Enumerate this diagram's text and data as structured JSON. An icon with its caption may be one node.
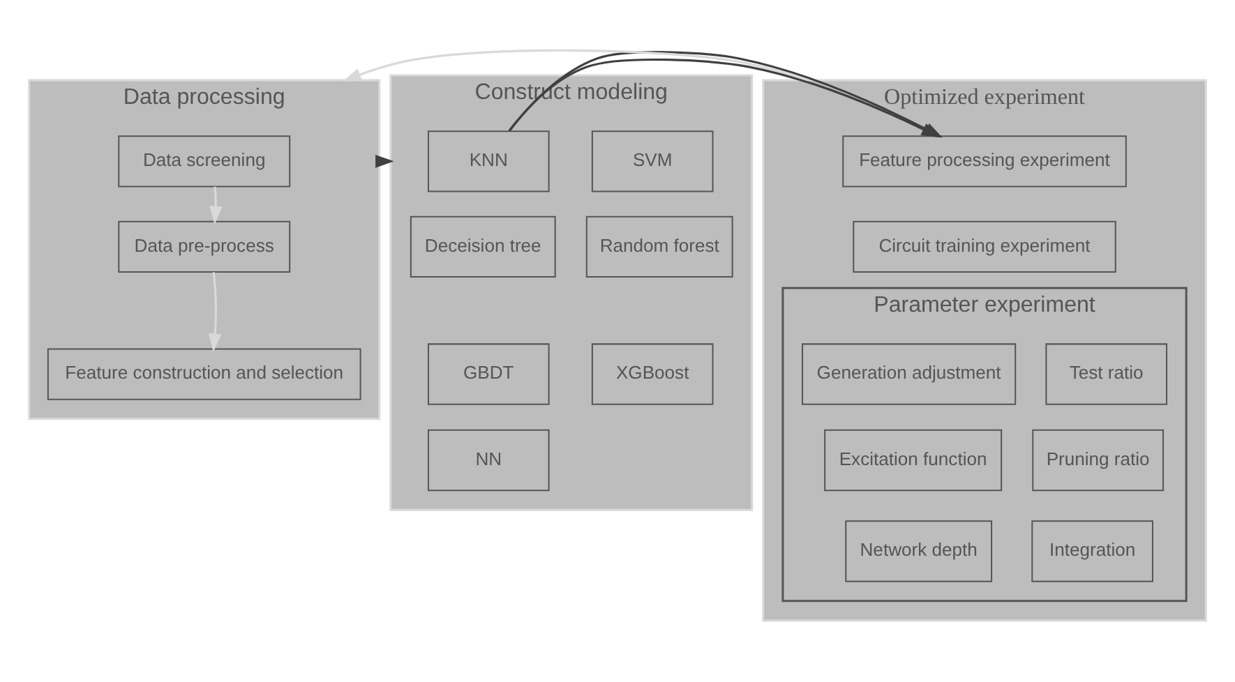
{
  "diagram": {
    "nodes": [
      {
        "text": [
          "Data processing"
        ]
      },
      {
        "text": [
          "Data screening"
        ],
        "in": 0
      },
      {
        "text": [
          "Data pre-process"
        ],
        "in": 0
      },
      {
        "text": [
          "Feature construction and selection"
        ],
        "in": 0
      },
      {
        "text": [
          "Construct modeling"
        ]
      },
      {
        "text": [
          "KNN"
        ],
        "in": 4
      },
      {
        "text": [
          "SVM"
        ],
        "in": 4
      },
      {
        "text": [
          "Deceision tree"
        ],
        "in": 4
      },
      {
        "text": [
          "Random forest"
        ],
        "in": 4
      },
      {
        "text": [
          "GBDT"
        ],
        "in": 4
      },
      {
        "text": [
          "XGBoost"
        ],
        "in": 4
      },
      {
        "text": [
          "NN"
        ],
        "in": 4
      },
      {
        "text": [
          "Optimized experiment"
        ]
      },
      {
        "text": [
          "Feature processing experiment"
        ],
        "in": 12
      },
      {
        "text": [
          "Circuit training experiment"
        ],
        "in": 12
      },
      {
        "text": [
          "Parameter experiment"
        ],
        "in": 12
      },
      {
        "text": [
          "Generation adjustment"
        ],
        "in": 15
      },
      {
        "text": [
          "Test ratio"
        ],
        "in": 15
      },
      {
        "text": [
          "Excitation function"
        ],
        "in": 15
      },
      {
        "text": [
          "Pruning ratio"
        ],
        "in": 15
      },
      {
        "text": [
          "Network depth"
        ],
        "in": 15
      },
      {
        "text": [
          "Integration"
        ],
        "in": 15
      }
    ],
    "edges": [
      {
        "from": 1,
        "to": 2,
        "arrow": "to",
        "color": "#d9d9d9"
      },
      {
        "from": 2,
        "to": 3,
        "arrow": "to",
        "color": "#d9d9d9"
      },
      {
        "from": 0,
        "to": 4,
        "arrow": "to",
        "color": "#404040"
      },
      {
        "from": 4,
        "to": 12,
        "arrow": "to",
        "color": "#404040"
      },
      {
        "from": 12,
        "to": 0,
        "arrow": "to",
        "color": "#d9d9d9"
      }
    ]
  }
}
